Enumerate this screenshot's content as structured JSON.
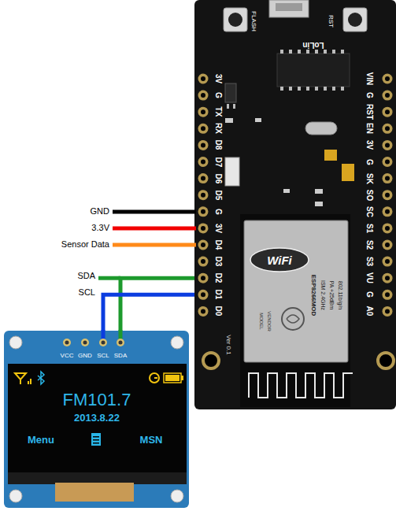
{
  "diagram": {
    "nodes": [
      {
        "text": [
          "FLASH",
          "RST",
          "LoLin",
          "Ver 0.1"
        ]
      },
      {
        "text": [
          "WiFi",
          "ESP8266MOD",
          "ISM 2.4GHz",
          "PA +25dBm",
          "802.11b/g/n",
          "MODEL",
          "VENDOR"
        ],
        "in": 0
      },
      {
        "text": [
          "VCC",
          "GND",
          "SCL",
          "SDA"
        ]
      },
      {
        "text": [
          "FM101.7",
          "2013.8.22",
          "Menu",
          "MSN"
        ],
        "in": 2
      }
    ],
    "edges": [
      {
        "from": 2,
        "to": 0,
        "arrow": "none",
        "label": "SDA"
      },
      {
        "from": 2,
        "to": 0,
        "arrow": "none",
        "label": "SCL"
      }
    ],
    "labels": [
      "GND",
      "3.3V",
      "Sensor Data",
      "3V",
      "G",
      "TX",
      "RX",
      "D8",
      "D7",
      "D6",
      "D5",
      "G",
      "3V",
      "D4",
      "D3",
      "D2",
      "D1",
      "D0",
      "VIN",
      "G",
      "RST",
      "EN",
      "3V",
      "G",
      "SK",
      "SO",
      "SC",
      "S1",
      "S2",
      "S3",
      "VU",
      "G",
      "A0"
    ]
  }
}
